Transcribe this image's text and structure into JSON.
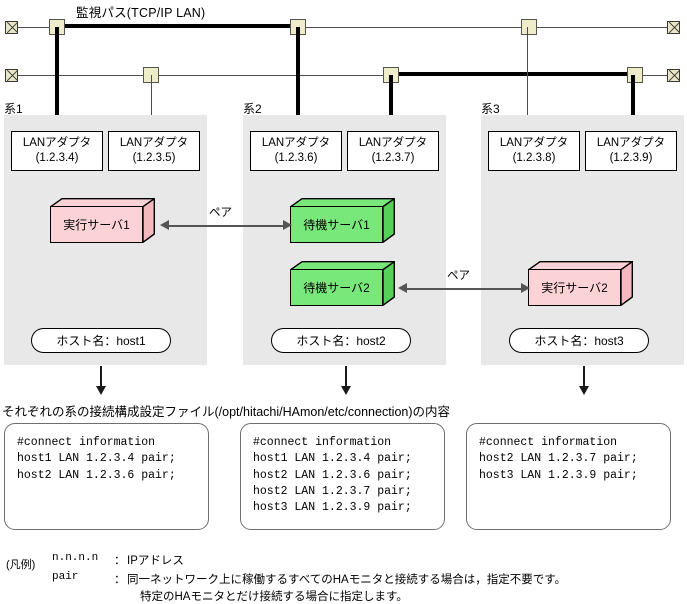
{
  "diagram": {
    "bus_title": "監視パス(TCP/IP LAN)",
    "caption": "それぞれの系の接続構成設定ファイル(/opt/hitachi/HAmon/etc/connection)の内容",
    "pair_label": "ペア",
    "colors": {
      "active_server": "#fbd3d6",
      "standby_server": "#79e87b",
      "panel": "#e8e8e8",
      "tap": "#efeccb",
      "terminator": "#e9e6c9",
      "bus_thick": "#000000",
      "bus_thin": "#4d4d4d"
    },
    "systems": [
      {
        "label": "系1",
        "adapters": [
          {
            "name": "LANアダプタ",
            "ip": "(1.2.3.4)"
          },
          {
            "name": "LANアダプタ",
            "ip": "(1.2.3.5)"
          }
        ],
        "servers": [
          {
            "label": "実行サーバ1",
            "role": "active"
          }
        ],
        "host": "ホスト名：host1",
        "config_lines": [
          "#connect information",
          "host1 LAN 1.2.3.4 pair;",
          "host2 LAN 1.2.3.6 pair;"
        ]
      },
      {
        "label": "系2",
        "adapters": [
          {
            "name": "LANアダプタ",
            "ip": "(1.2.3.6)"
          },
          {
            "name": "LANアダプタ",
            "ip": "(1.2.3.7)"
          }
        ],
        "servers": [
          {
            "label": "待機サーバ1",
            "role": "standby"
          },
          {
            "label": "待機サーバ2",
            "role": "standby"
          }
        ],
        "host": "ホスト名：host2",
        "config_lines": [
          "#connect information",
          "host1 LAN 1.2.3.4 pair;",
          "host2 LAN 1.2.3.6 pair;",
          "host2 LAN 1.2.3.7 pair;",
          "host3 LAN 1.2.3.9 pair;"
        ]
      },
      {
        "label": "系3",
        "adapters": [
          {
            "name": "LANアダプタ",
            "ip": "(1.2.3.8)"
          },
          {
            "name": "LANアダプタ",
            "ip": "(1.2.3.9)"
          }
        ],
        "servers": [
          {
            "label": "実行サーバ2",
            "role": "active"
          }
        ],
        "host": "ホスト名：host3",
        "config_lines": [
          "#connect information",
          "host2 LAN 1.2.3.7 pair;",
          "host3 LAN 1.2.3.9 pair;"
        ]
      }
    ],
    "legend": {
      "tag": "(凡例)",
      "entries": [
        {
          "key": "n.n.n.n",
          "sep": "：",
          "text": "IPアドレス",
          "lines": [
            "IPアドレス"
          ]
        },
        {
          "key": "pair",
          "sep": "：",
          "text": "同一ネットワーク上に稼働するすべてのHAモニタと接続する場合は，指定不要です。",
          "lines": [
            "同一ネットワーク上に稼働するすべてのHAモニタと接続する場合は，指定不要です。",
            "特定のHAモニタとだけ接続する場合に指定します。"
          ]
        }
      ]
    }
  }
}
